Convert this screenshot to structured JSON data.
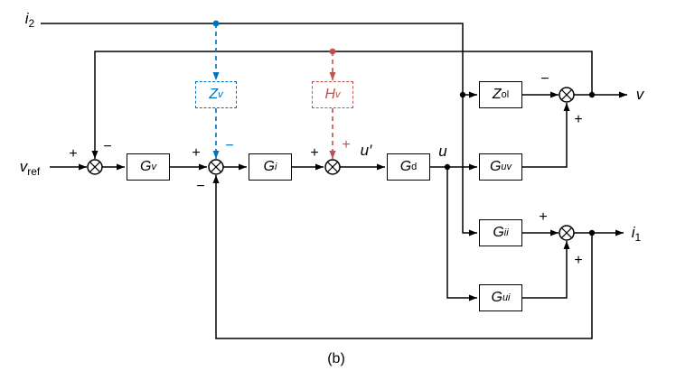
{
  "colors": {
    "blue": "#0070C0",
    "red": "#C0504D",
    "line": "#000000",
    "background": "#FFFFFF"
  },
  "labels": {
    "vref": {
      "main": "v",
      "sub": "ref"
    },
    "i2": {
      "main": "i",
      "sub": "2"
    },
    "i1": {
      "main": "i",
      "sub": "1"
    },
    "v": {
      "main": "v"
    },
    "u": {
      "main": "u"
    },
    "u_prime": {
      "main": "u′"
    }
  },
  "blocks": {
    "gv": {
      "main": "G",
      "sub": "v"
    },
    "gi": {
      "main": "G",
      "sub": "i"
    },
    "gd": {
      "main": "G",
      "sub": "d"
    },
    "zv": {
      "main": "Z",
      "sub": "v"
    },
    "hv": {
      "main": "H",
      "sub": "v"
    },
    "zol": {
      "main": "Z",
      "sub": "ol"
    },
    "guv": {
      "main": "G",
      "sub": "uv"
    },
    "gii": {
      "main": "G",
      "sub": "ii"
    },
    "gui": {
      "main": "G",
      "sub": "ui"
    }
  },
  "signs": {
    "vref_plus": "+",
    "vfb_minus": "−",
    "gv_plus": "+",
    "zv_minus": "−",
    "ifb_minus": "−",
    "gi_plus": "+",
    "hv_plus": "+",
    "zol_minus": "−",
    "guv_plus": "+",
    "gii_plus": "+",
    "gui_plus": "+"
  },
  "caption": "(b)"
}
